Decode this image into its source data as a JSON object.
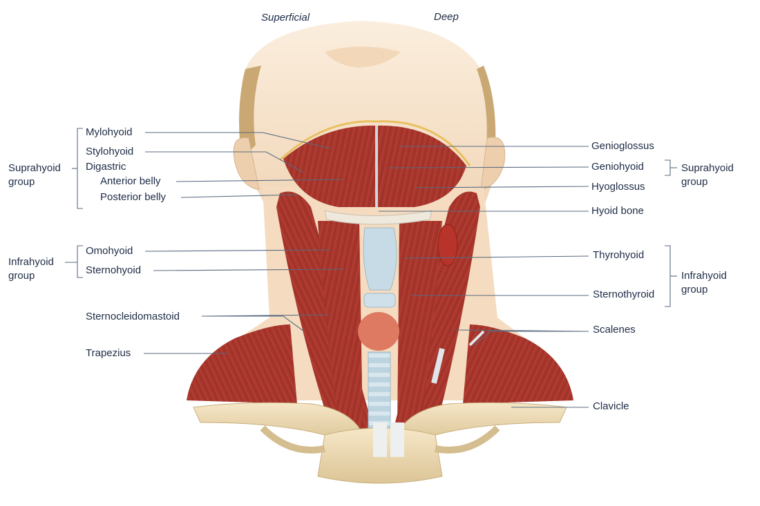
{
  "headers": {
    "superficial": "Superficial",
    "deep": "Deep"
  },
  "groups": {
    "suprahyoid_left": [
      "Suprahyoid",
      "group"
    ],
    "infrahyoid_left": [
      "Infrahyoid",
      "group"
    ],
    "suprahyoid_right": [
      "Suprahyoid",
      "group"
    ],
    "infrahyoid_right": [
      "Infrahyoid",
      "group"
    ]
  },
  "labels_left": {
    "mylohyoid": "Mylohyoid",
    "stylohyoid": "Stylohyoid",
    "digastric": "Digastric",
    "anterior_belly": "Anterior belly",
    "posterior_belly": "Posterior belly",
    "omohyoid": "Omohyoid",
    "sternohyoid": "Sternohyoid",
    "sternocleidomastoid": "Sternocleidomastoid",
    "trapezius": "Trapezius"
  },
  "labels_right": {
    "genioglossus": "Genioglossus",
    "geniohyoid": "Geniohyoid",
    "hyoglossus": "Hyoglossus",
    "hyoid_bone": "Hyoid bone",
    "thyrohyoid": "Thyrohyoid",
    "sternothyroid": "Sternothyroid",
    "scalenes": "Scalenes",
    "clavicle": "Clavicle"
  },
  "colors": {
    "muscle": "#a8362c",
    "muscle_dark": "#7e1f18",
    "skin": "#f3dcc0",
    "bone": "#efdcb6",
    "cartilage": "#cfe0ea",
    "text": "#1d2b45",
    "leader": "#5a6a80"
  }
}
